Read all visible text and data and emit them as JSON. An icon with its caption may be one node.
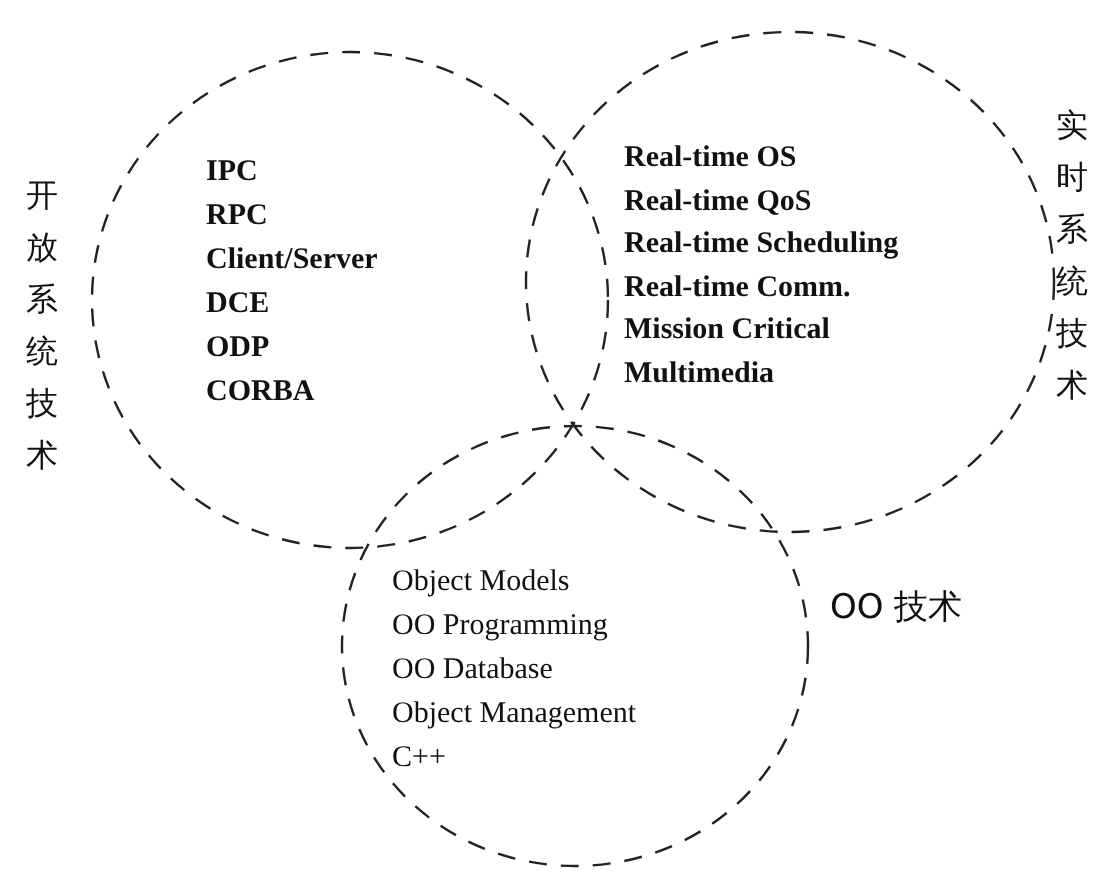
{
  "diagram": {
    "nodes": [
      {
        "text": [
          "IPC",
          "RPC",
          "Client/Server",
          "DCE",
          "ODP",
          "CORBA"
        ],
        "beside": [
          "开放系统技术"
        ]
      },
      {
        "text": [
          "Real-time OS",
          "Real-time QoS",
          "Real-time Scheduling",
          "Real-time Comm.",
          "Mission Critical",
          "Multimedia"
        ],
        "beside": [
          "实时系统技术"
        ]
      },
      {
        "text": [
          "Object Models",
          "OO Programming",
          "OO Database",
          "Object Management",
          "C++"
        ],
        "beside": [
          "OO 技术"
        ]
      }
    ]
  }
}
